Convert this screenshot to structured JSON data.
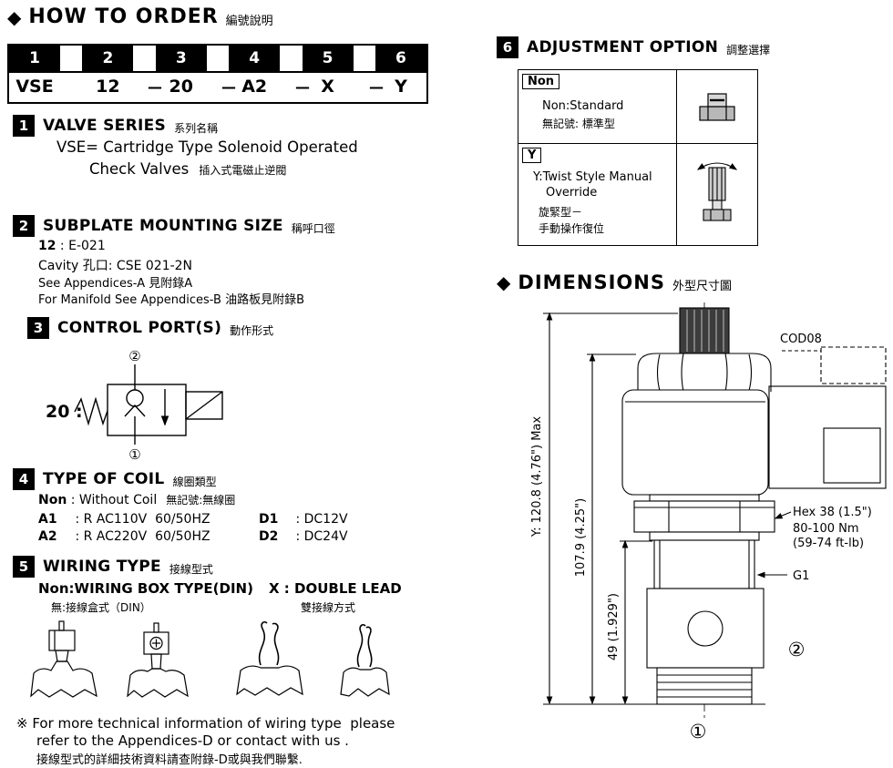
{
  "ui": {
    "diamond": "◆"
  },
  "how_to_order": {
    "title": "HOW TO ORDER",
    "subtitle": "編號說明"
  },
  "order_code": {
    "dash": "—",
    "columns": [
      {
        "num": "1",
        "code": "VSE"
      },
      {
        "num": "2",
        "code": "12"
      },
      {
        "num": "3",
        "code": "20"
      },
      {
        "num": "4",
        "code": "A2"
      },
      {
        "num": "5",
        "code": "X"
      },
      {
        "num": "6",
        "code": "Y"
      }
    ]
  },
  "valve_series": {
    "num": "1",
    "title": "VALVE SERIES",
    "subtitle": "系列名稱",
    "line1": "VSE= Cartridge Type Solenoid Operated",
    "line2": "Check Valves",
    "line2_cn": "插入式電磁止逆閥"
  },
  "subplate": {
    "num": "2",
    "title": "SUBPLATE MOUNTING SIZE",
    "subtitle": "稱呼口徑",
    "line1_code": "12",
    "line1_rest": " : E-021",
    "line2": "Cavity 孔口: CSE 021-2N",
    "line3": "See Appendices-A 見附錄A",
    "line4": "For Manifold See Appendices-B 油路板見附錄B"
  },
  "control_ports": {
    "num": "3",
    "title": "CONTROL PORT(S)",
    "subtitle": "動作形式",
    "code": "20 :",
    "port_top": "②",
    "port_bottom": "①"
  },
  "coil": {
    "num": "4",
    "title": "TYPE OF COIL",
    "subtitle": "線圈類型",
    "non_code": "Non",
    "non_text": " : Without Coil",
    "non_cn": "無記號:無線圈",
    "a1_code": "A1",
    "a1_text": " : R AC110V  60/50HZ",
    "d1_code": "D1",
    "d1_text": " : DC12V",
    "a2_code": "A2",
    "a2_text": " : R AC220V  60/50HZ",
    "d2_code": "D2",
    "d2_text": " : DC24V"
  },
  "wiring": {
    "num": "5",
    "title": "WIRING TYPE",
    "subtitle": "接線型式",
    "non_label": "Non:WIRING BOX TYPE(DIN)",
    "non_cn": "無:接線盒式（DIN）",
    "x_label": "X : DOUBLE LEAD",
    "x_cn": "雙接線方式",
    "note1": "※ For more technical information of wiring type  please",
    "note2": "refer to the Appendices-D or contact with us .",
    "note3": "接線型式的詳細技術資料請查附錄-D或與我們聯繫."
  },
  "adjustment": {
    "num": "6",
    "title": "ADJUSTMENT OPTION",
    "subtitle": "調整選擇",
    "non_code": "Non",
    "non_line1": "Non:Standard",
    "non_line2": "無記號: 標準型",
    "y_code": "Y",
    "y_line1": "Y:Twist Style Manual",
    "y_line2": "Override",
    "y_line3": "旋緊型－",
    "y_line4": "手動操作復位"
  },
  "dimensions": {
    "title": "DIMENSIONS",
    "subtitle": "外型尺寸圖",
    "cod08": "COD08",
    "dim_total": "Y: 120.8 (4.76\") Max",
    "dim_upper": "107.9 (4.25\")",
    "dim_lower": "49 (1.929\")",
    "hex_label": "Hex 38 (1.5\")",
    "torque_1": "80-100 Nm",
    "torque_2": "(59-74 ft-lb)",
    "thread_label": "G1",
    "port2": "②",
    "port1": "①"
  }
}
